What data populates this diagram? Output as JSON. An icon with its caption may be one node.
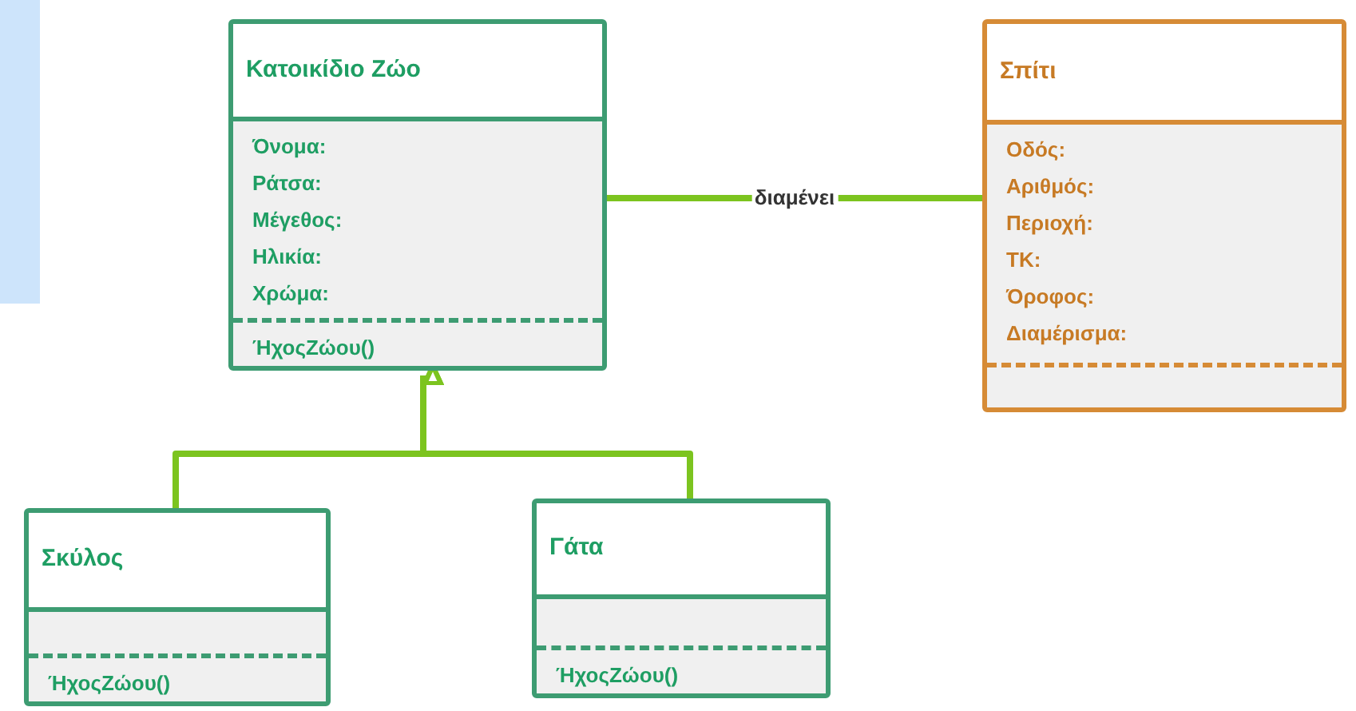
{
  "diagram": {
    "nodes": [
      {
        "text": [
          "Κατοικίδιο Ζώο"
        ]
      },
      {
        "text": [
          "Όνομα:",
          "Ράτσα:",
          "Μέγεθος:",
          "Ηλικία:",
          "Χρώμα:"
        ],
        "in": 0
      },
      {
        "text": [
          "ΉχοςΖώου()"
        ],
        "in": 0
      },
      {
        "text": [
          "Σπίτι"
        ]
      },
      {
        "text": [
          "Οδός:",
          "Αριθμός:",
          "Περιοχή:",
          "ΤΚ:",
          "Όροφος:",
          "Διαμέρισμα:"
        ],
        "in": 3
      },
      {
        "text": [],
        "shape": "box",
        "in": 3
      },
      {
        "text": [
          "Σκύλος"
        ]
      },
      {
        "text": [],
        "shape": "box",
        "in": 6
      },
      {
        "text": [
          "ΉχοςΖώου()"
        ],
        "in": 6
      },
      {
        "text": [
          "Γάτα"
        ]
      },
      {
        "text": [],
        "shape": "box",
        "in": 9
      },
      {
        "text": [
          "ΉχοςΖώου()"
        ],
        "in": 9
      }
    ],
    "edges": [
      {
        "from": 0,
        "to": 3,
        "arrow": "none",
        "label": "διαμένει"
      },
      {
        "from": 6,
        "to": 0,
        "arrow": "to"
      },
      {
        "from": 9,
        "to": 0,
        "arrow": "to"
      }
    ]
  }
}
